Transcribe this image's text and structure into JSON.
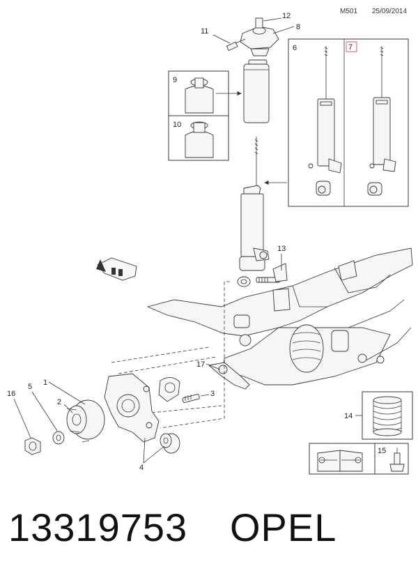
{
  "header": {
    "code": "M501",
    "date": "25/09/2014"
  },
  "callouts": {
    "c1": "1",
    "c2": "2",
    "c3": "3",
    "c4": "4",
    "c5": "5",
    "c6": "6",
    "c7": "7",
    "c8": "8",
    "c9": "9",
    "c10": "10",
    "c11": "11",
    "c12": "12",
    "c13": "13",
    "c14": "14",
    "c15": "15",
    "c16": "16",
    "c17": "17"
  },
  "accent_color": "#e05a6a",
  "icons": [
    "front-direction-arrow-icon",
    "repair-manual-icon",
    "grease-applicator-icon"
  ],
  "footer": {
    "part_number": "13319753",
    "brand": "OPEL"
  }
}
